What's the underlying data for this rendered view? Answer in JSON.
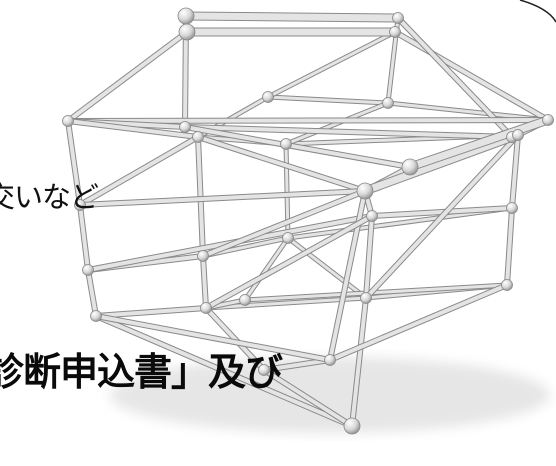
{
  "captions": {
    "line_1": "交いなど",
    "line_2": "診断申込書」及び"
  },
  "illustration": {
    "subject": "house-frame-model",
    "frame_color": "#c8c8c8",
    "frame_edge_color": "#8a8a8a",
    "joint_color": "#e4e4e4",
    "background": "#ffffff"
  }
}
